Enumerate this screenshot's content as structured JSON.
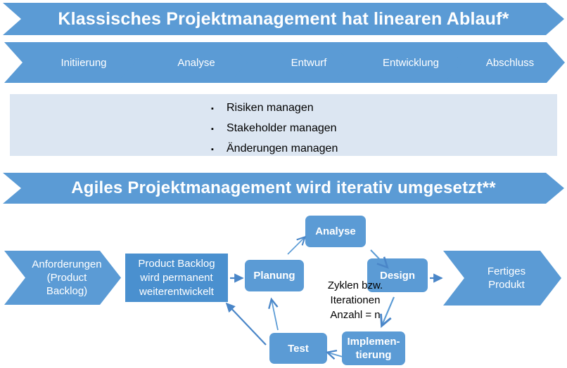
{
  "slide": {
    "background": "#ffffff",
    "accent": "#5b9bd5",
    "accent_dark": "#4a90cf",
    "band": "#dce6f2"
  },
  "classic": {
    "banner": "Klassisches Projektmanagement hat linearen Ablauf*",
    "phases": [
      {
        "label": "Initiierung"
      },
      {
        "label": "Analyse"
      },
      {
        "label": "Entwurf"
      },
      {
        "label": "Entwicklung"
      },
      {
        "label": "Abschluss"
      }
    ],
    "bullet_marker": "▪",
    "bullets": [
      "Risiken managen",
      "Stakeholder managen",
      "Änderungen managen"
    ]
  },
  "agile": {
    "banner": "Agiles Projektmanagement wird iterativ umgesetzt**",
    "input": "Anforderungen (Product Backlog)",
    "input_lines": [
      "Anforderungen",
      "(Product",
      "Backlog)"
    ],
    "backlog_lines": [
      "Product Backlog",
      "wird permanent",
      "weiterentwickelt"
    ],
    "output_lines": [
      "Fertiges",
      "Produkt"
    ],
    "cycle": [
      {
        "label": "Planung"
      },
      {
        "label": "Analyse"
      },
      {
        "label": "Design"
      },
      {
        "label": "Implementierung",
        "lines": [
          "Implemen-",
          "tierung"
        ]
      },
      {
        "label": "Test"
      }
    ],
    "cycle_note_lines": [
      "Zyklen bzw.",
      "Iterationen",
      "Anzahl = n"
    ]
  }
}
